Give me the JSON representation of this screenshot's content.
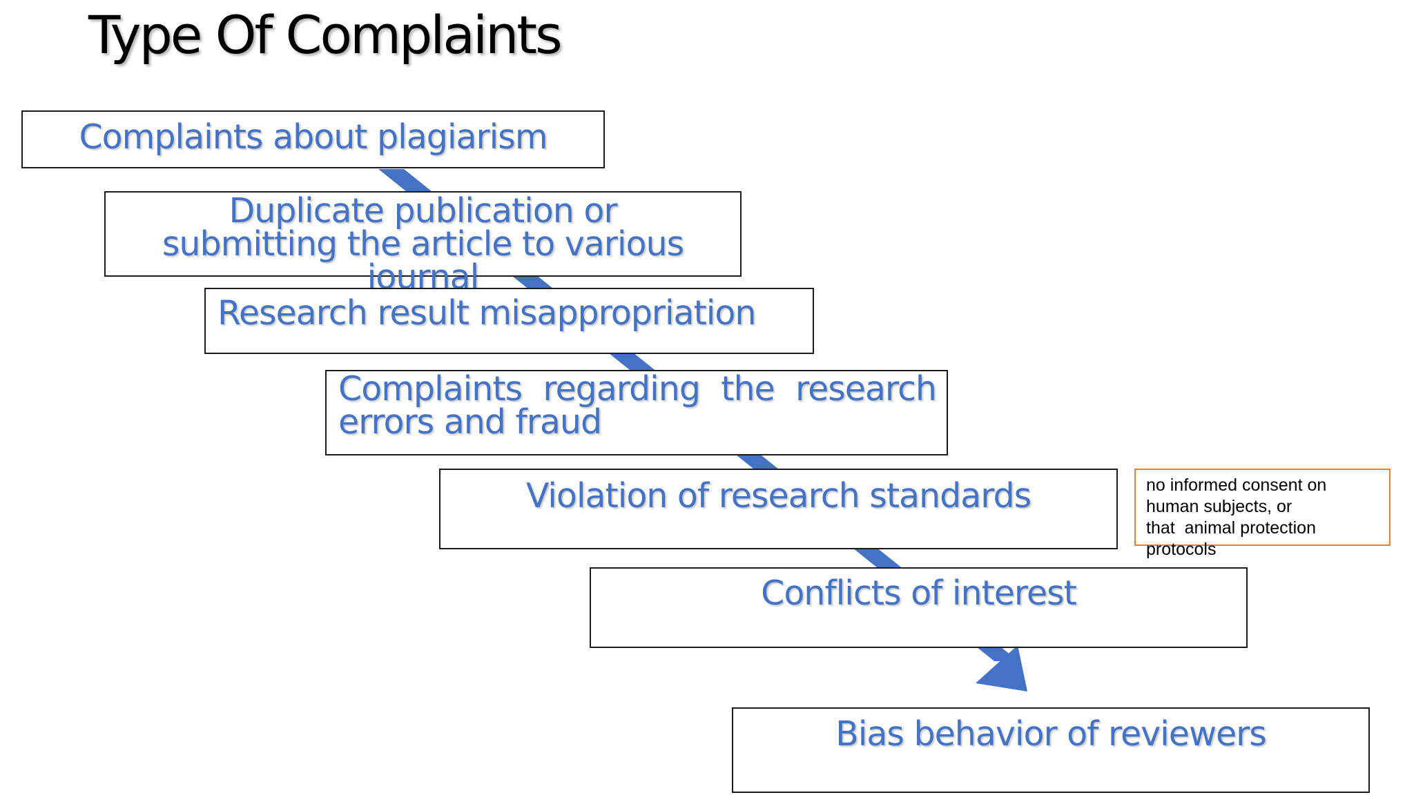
{
  "title": "Type Of Complaints",
  "colors": {
    "box_text": "#4472c4",
    "arrow": "#4472c4",
    "box_border": "#1a1a1a",
    "note_border": "#ed7d31"
  },
  "steps": [
    "Complaints about plagiarism",
    "Duplicate publication or submitting the article to various journal",
    "Research result misappropriation",
    "Complaints regarding the research errors and fraud",
    "Violation of research standards",
    "Conflicts of interest",
    "Bias behavior of reviewers"
  ],
  "note": {
    "lines": [
      "no informed consent on",
      "human subjects, or",
      "that  animal protection",
      "protocols"
    ]
  }
}
